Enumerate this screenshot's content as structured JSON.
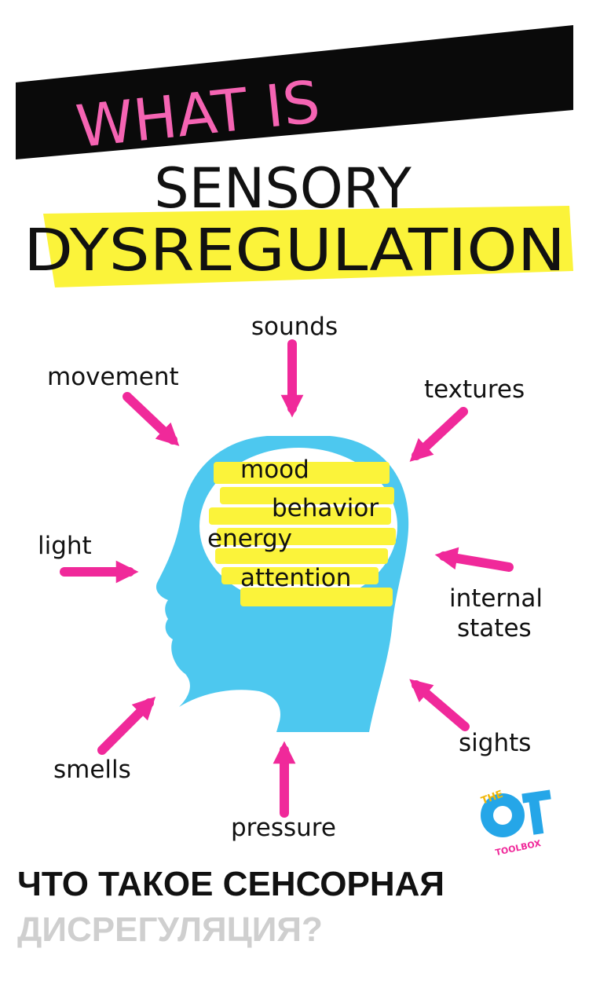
{
  "header": {
    "what_is": "WHAT IS",
    "line1": "SENSORY",
    "line2": "DYSREGULATION"
  },
  "head_words": [
    "mood",
    "behavior",
    "energy",
    "attention"
  ],
  "inputs": {
    "sounds": "sounds",
    "movement": "movement",
    "textures": "textures",
    "light": "light",
    "internal_1": "internal",
    "internal_2": "states",
    "smells": "smells",
    "sights": "sights",
    "pressure": "pressure"
  },
  "logo": {
    "top": "THE",
    "main": "OT",
    "bottom": "TOOLBOX"
  },
  "caption": {
    "line1": "ЧТО ТАКОЕ СЕНСОРНАЯ",
    "line2": "ДИСРЕГУЛЯЦИЯ?"
  },
  "colors": {
    "pink": "#f0299a",
    "head_blue": "#4dc8ef",
    "highlight_yellow": "#fbf33a",
    "banner_black": "#0a0a0a",
    "caption_gray": "#cfcfcf"
  },
  "icons": [
    "arrow-icon",
    "head-silhouette-icon",
    "brain-oval-icon",
    "ot-toolbox-logo"
  ]
}
